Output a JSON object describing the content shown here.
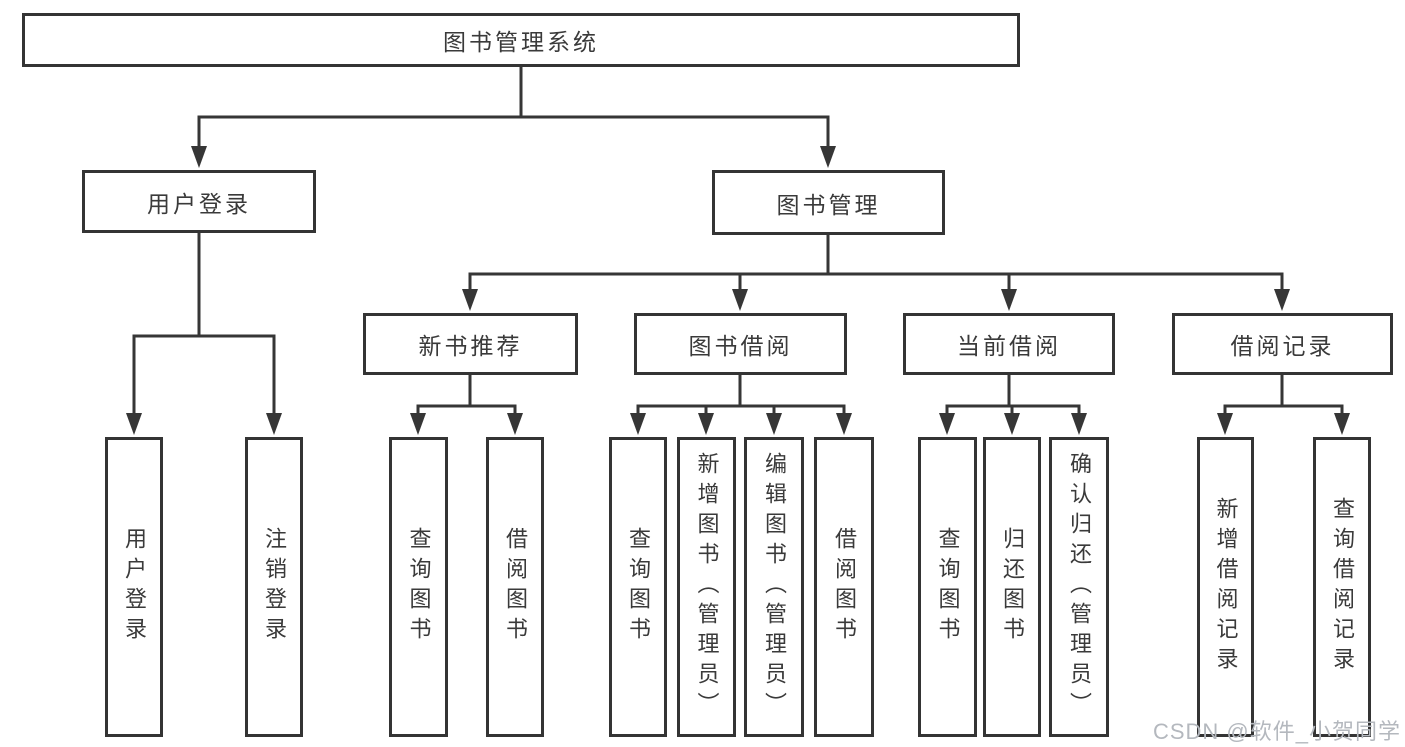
{
  "diagram": {
    "root": "图书管理系统",
    "level2": [
      {
        "label": "用户登录"
      },
      {
        "label": "图书管理"
      }
    ],
    "level3": [
      {
        "label": "新书推荐"
      },
      {
        "label": "图书借阅"
      },
      {
        "label": "当前借阅"
      },
      {
        "label": "借阅记录"
      }
    ],
    "leaves": {
      "user_login": [
        "用户登录",
        "注销登录"
      ],
      "new_books": [
        "查询图书",
        "借阅图书"
      ],
      "book_borrow": [
        "查询图书",
        "新增图书（管理员）",
        "编辑图书（管理员）",
        "借阅图书"
      ],
      "current_borrow": [
        "查询图书",
        "归还图书",
        "确认归还（管理员）"
      ],
      "borrow_records": [
        "新增借阅记录",
        "查询借阅记录"
      ]
    },
    "watermark": "CSDN @软件_小贺同学"
  },
  "colors": {
    "line": "#363636",
    "text": "#3a3a3a",
    "watermark": "#b4b8be",
    "background": "#ffffff"
  }
}
